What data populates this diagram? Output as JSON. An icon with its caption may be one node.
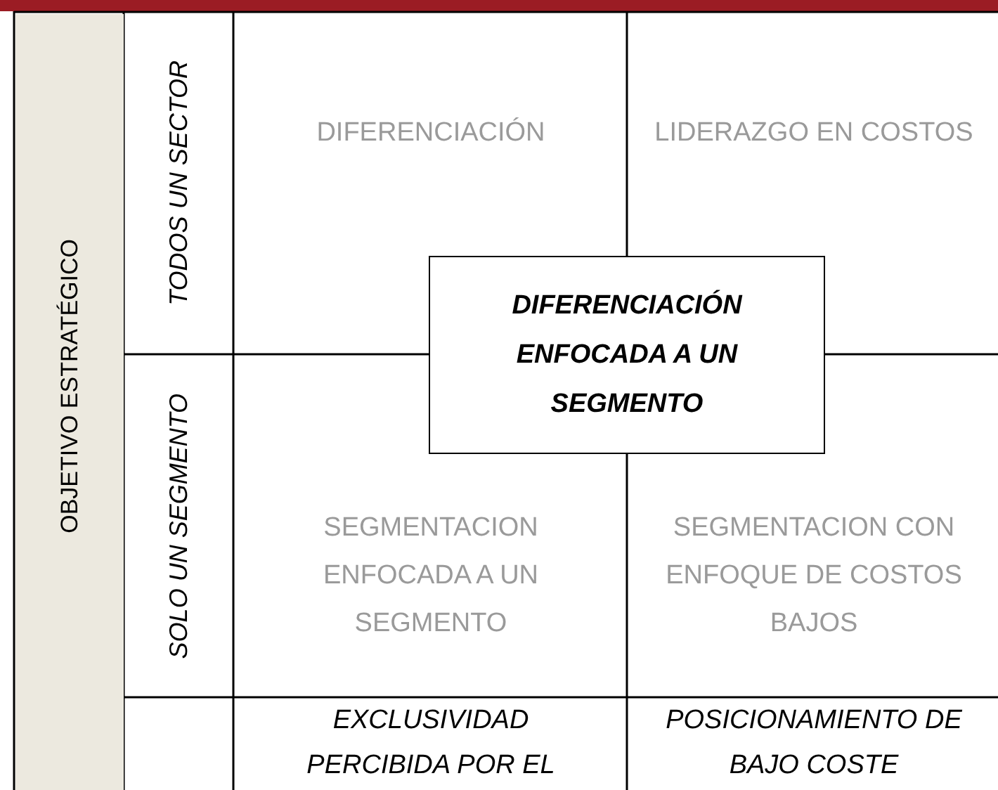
{
  "diagram": {
    "nodes": [
      {
        "text": [
          "OBJETIVO ESTRATÉGICO"
        ]
      },
      {
        "text": [
          "TODOS UN SECTOR"
        ]
      },
      {
        "text": [
          "DIFERENCIACIÓN"
        ]
      },
      {
        "text": [
          "LIDERAZGO EN COSTOS"
        ]
      },
      {
        "text": [
          "DIFERENCIACIÓN ENFOCADA A UN SEGMENTO"
        ]
      },
      {
        "text": [
          "SOLO UN SEGMENTO"
        ]
      },
      {
        "text": [
          "SEGMENTACION ENFOCADA A UN SEGMENTO"
        ]
      },
      {
        "text": [
          "SEGMENTACION CON ENFOQUE DE COSTOS BAJOS"
        ]
      },
      {
        "text": [
          "EXCLUSIVIDAD PERCIBIDA POR EL"
        ]
      },
      {
        "text": [
          "POSICIONAMIENTO DE BAJO COSTE"
        ]
      }
    ]
  }
}
